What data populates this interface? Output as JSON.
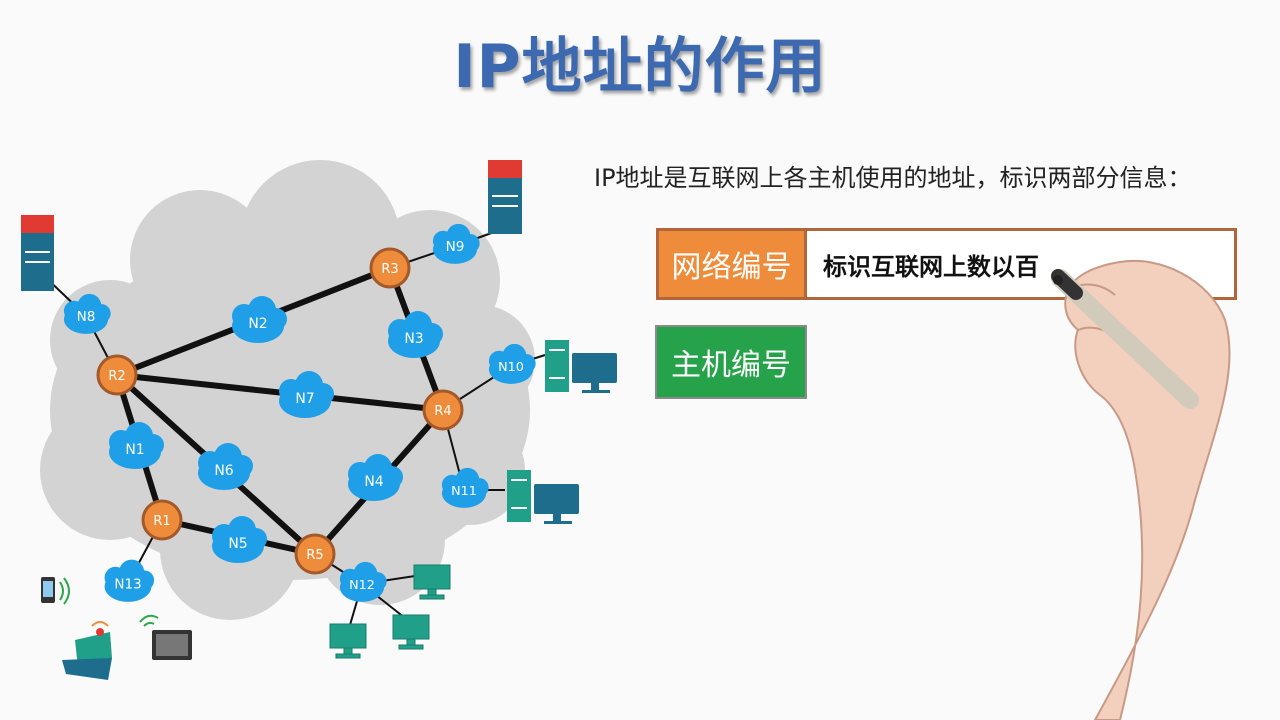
{
  "title": "IP地址的作用",
  "intro": "IP地址是互联网上各主机使用的地址，标识两部分信息：",
  "network_number": {
    "label": "网络编号",
    "value": "标识互联网上数以百"
  },
  "host_number": {
    "label": "主机编号"
  },
  "routers": [
    "R1",
    "R2",
    "R3",
    "R4",
    "R5"
  ],
  "networks": [
    "N1",
    "N2",
    "N3",
    "N4",
    "N5",
    "N6",
    "N7",
    "N8",
    "N9",
    "N10",
    "N11",
    "N12",
    "N13"
  ],
  "colors": {
    "title": "#3d69b0",
    "network_box": "#ef8c3b",
    "host_box": "#25a24a",
    "router": "#ef8c3b",
    "network_cloud": "#1e9fe8",
    "internet_cloud": "#d3d3d3"
  }
}
